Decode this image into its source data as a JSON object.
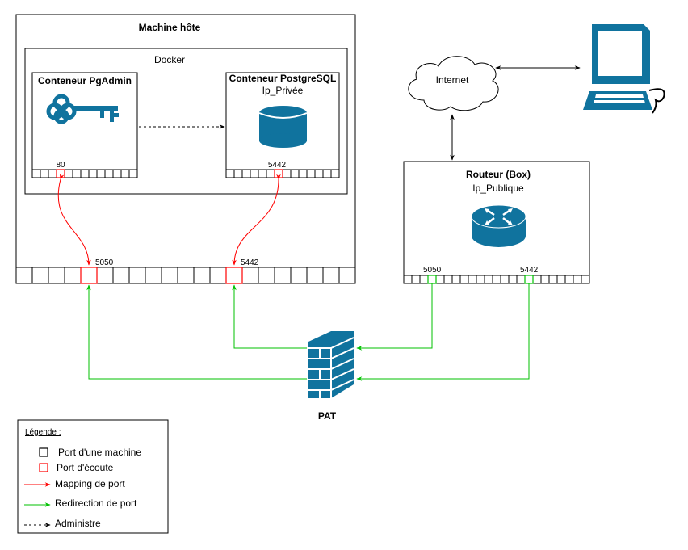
{
  "host": {
    "title": "Machine hôte"
  },
  "docker": {
    "label": "Docker"
  },
  "pgadmin": {
    "title": "Conteneur PgAdmin",
    "port": "80",
    "icon": "key-icon"
  },
  "postgres": {
    "title": "Conteneur PostgreSQL",
    "subtitle": "Ip_Privée",
    "port": "5442",
    "icon": "database-icon"
  },
  "host_ports": {
    "port_a": "5050",
    "port_b": "5442"
  },
  "internet": {
    "label": "Internet"
  },
  "computer": {
    "icon": "computer-icon"
  },
  "router": {
    "title": "Routeur (Box)",
    "subtitle": "Ip_Publique",
    "port_a": "5050",
    "port_b": "5442",
    "icon": "router-icon"
  },
  "firewall": {
    "label": "PAT",
    "icon": "firewall-icon"
  },
  "legend": {
    "title": "Légende :",
    "items": [
      "Port d'une machine",
      "Port d'écoute",
      "Mapping de port",
      "Redirection de port",
      "Administre"
    ]
  },
  "colors": {
    "mapping": "#ff0000",
    "redirect": "#00c000",
    "icon_blue": "#10739e",
    "box_border": "#000000"
  }
}
